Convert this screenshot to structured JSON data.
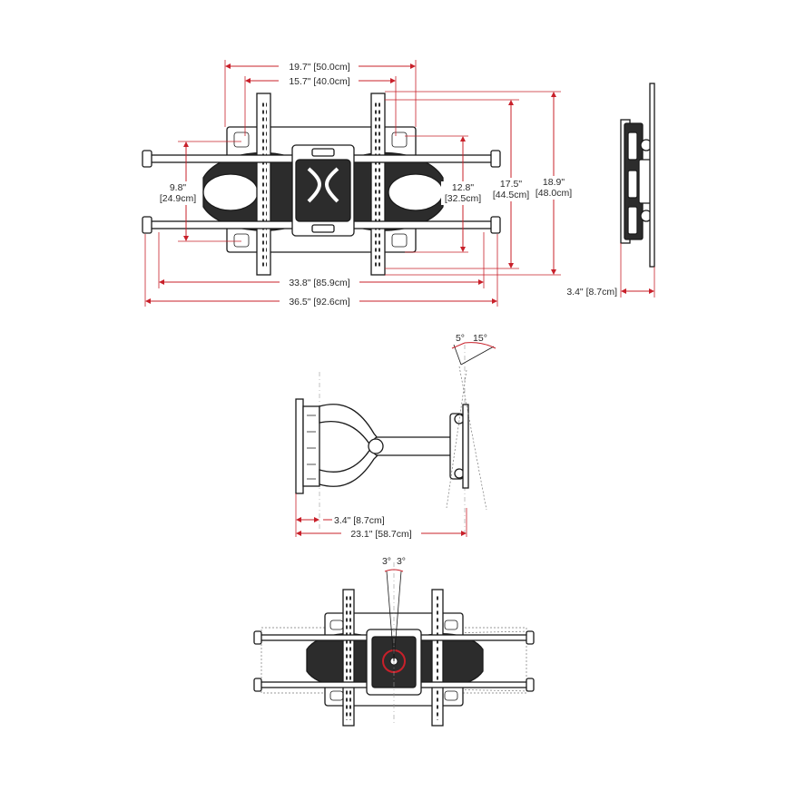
{
  "front_view": {
    "width_outer": "19.7\" [50.0cm]",
    "width_inner": "15.7\" [40.0cm]",
    "height_left": "9.8\"",
    "height_left_cm": "[24.9cm]",
    "height_mid": "12.8\"",
    "height_mid_cm": "[32.5cm]",
    "height_bracket": "17.5\"",
    "height_bracket_cm": "[44.5cm]",
    "height_total": "18.9\"",
    "height_total_cm": "[48.0cm]",
    "width_arms": "33.8\" [85.9cm]",
    "width_total": "36.5\" [92.6cm]"
  },
  "side_view": {
    "depth": "3.4\" [8.7cm]"
  },
  "top_view": {
    "tilt_fwd": "5°",
    "tilt_back": "15°",
    "depth_min": "3.4\" [8.7cm]",
    "depth_max": "23.1\" [58.7cm]"
  },
  "swivel_view": {
    "swivel_left": "3°",
    "swivel_right": "3°"
  },
  "colors": {
    "dimension": "#c8202a",
    "line": "#1a1a1a"
  }
}
